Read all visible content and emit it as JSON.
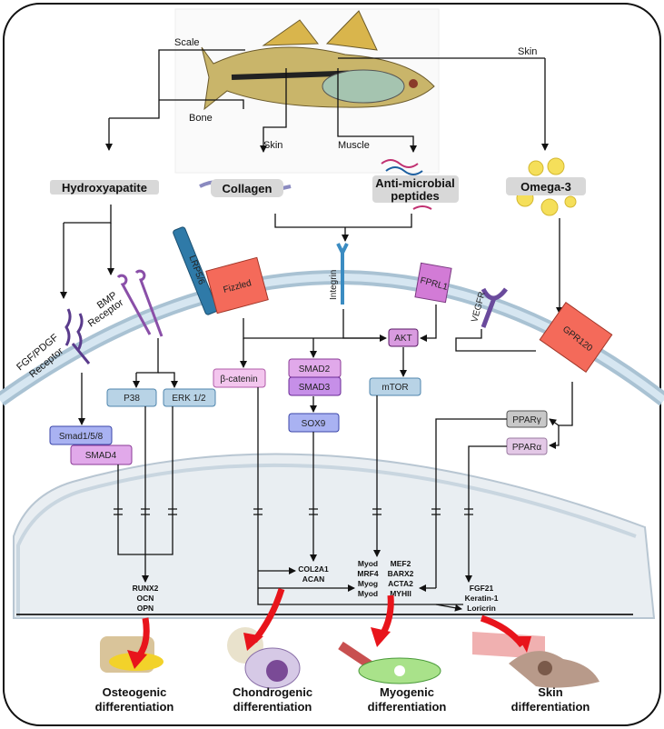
{
  "source_labels": {
    "scale": "Scale",
    "bone": "Bone",
    "skin_left": "Skin",
    "muscle": "Muscle",
    "skin_right": "Skin"
  },
  "molecules": {
    "hydroxyapatite": "Hydroxyapatite",
    "collagen": "Collagen",
    "amp_line1": "Anti-microbial",
    "amp_line2": "peptides",
    "omega3": "Omega-3"
  },
  "receptors": {
    "fgf_line1": "FGF/PDGF",
    "fgf_line2": "Receptor",
    "bmp_line1": "BMP",
    "bmp_line2": "Receptor",
    "lrp": "LRP5/6",
    "fizzled": "Fizzled",
    "integrin": "Integrin",
    "fprl1": "FPRL1",
    "vegfr": "VEGFR",
    "gpr120": "GPR120"
  },
  "signals": {
    "p38": "P38",
    "erk": "ERK 1/2",
    "bcatenin": "β-catenin",
    "smad2": "SMAD2",
    "smad3": "SMAD3",
    "sox9": "SOX9",
    "akt": "AKT",
    "mtor": "mTOR",
    "ppar_gamma": "PPARγ",
    "ppar_alpha": "PPARα",
    "smad158": "Smad1/5/8",
    "smad4": "SMAD4"
  },
  "genes": {
    "osteo": [
      "RUNX2",
      "OCN",
      "OPN"
    ],
    "chondro": [
      "COL2A1",
      "ACAN"
    ],
    "myo_left": [
      "Myod",
      "MRF4",
      "Myog",
      "Myod"
    ],
    "myo_right": [
      "MEF2",
      "BARX2",
      "ACTA2",
      "MYHII"
    ],
    "skin": [
      "FGF21",
      "Keratin-1",
      "Loricrin"
    ]
  },
  "outcomes": {
    "osteo": [
      "Osteogenic",
      "differentiation"
    ],
    "chondro": [
      "Chondrogenic",
      "differentiation"
    ],
    "myo": [
      "Myogenic",
      "differentiation"
    ],
    "skin": [
      "Skin",
      "differentiation"
    ]
  },
  "colors": {
    "blue_box": "#b8d3e6",
    "pink_box": "#f3c6ee",
    "purple_box": "#c68fe8",
    "violet_box": "#a9b2f2",
    "akt": "#d99be0",
    "grey_box": "#c8c8c8",
    "red_receptor": "#f46a5a",
    "red_arrow": "#e8141b"
  }
}
